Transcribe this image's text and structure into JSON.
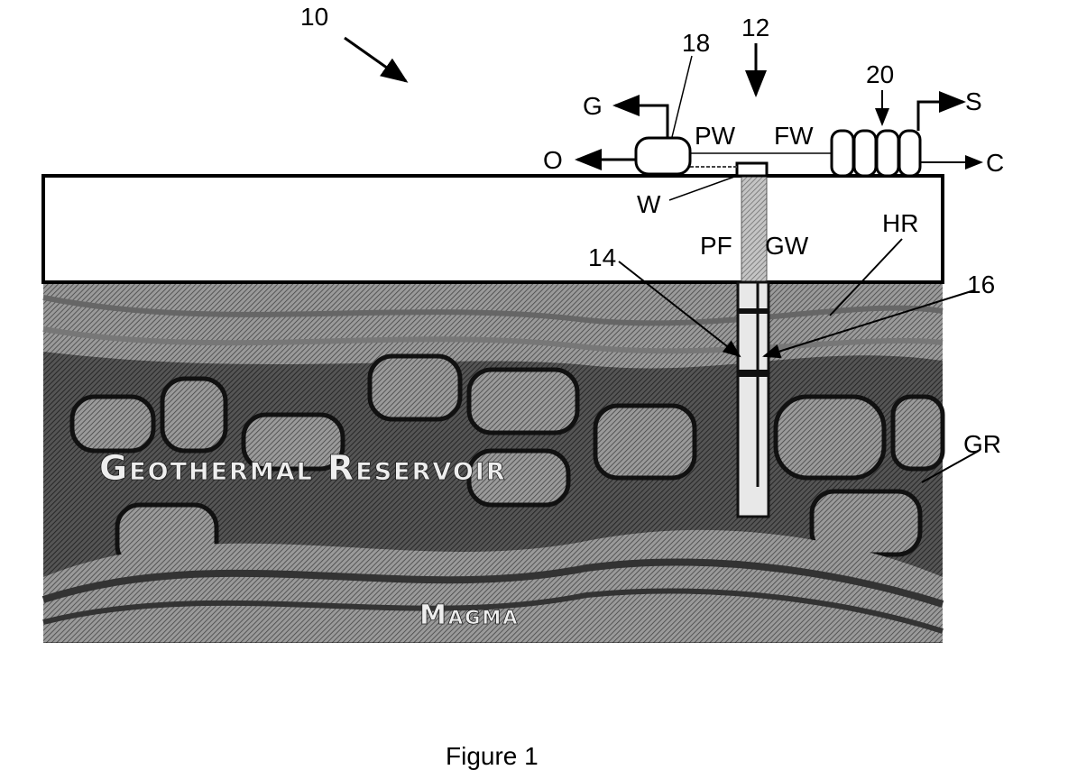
{
  "figure": {
    "ref_system": "10",
    "ref_well": "12",
    "ref_14": "14",
    "ref_16": "16",
    "ref_separator": "18",
    "ref_units": "20",
    "labels": {
      "G": "G",
      "O": "O",
      "PW": "PW",
      "FW": "FW",
      "S": "S",
      "C": "C",
      "W": "W",
      "PF": "PF",
      "GW": "GW",
      "HR": "HR",
      "GR": "GR"
    },
    "reservoir_text": "Geothermal Reservoir",
    "magma_text": "Magma",
    "caption": "Figure 1"
  }
}
